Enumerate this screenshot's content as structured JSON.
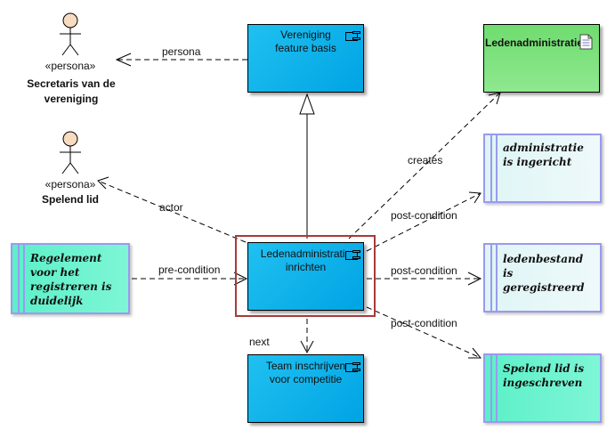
{
  "diagram": {
    "personas": [
      {
        "id": "secretaris",
        "stereotype": "«persona»",
        "name": "Secretaris van de\nvereniging"
      },
      {
        "id": "speler",
        "stereotype": "«persona»",
        "name": "Spelend lid"
      }
    ],
    "components": [
      {
        "id": "basis",
        "title": "Vereniging\nfeature basis"
      },
      {
        "id": "inrichten",
        "title": "Ledenadministratie\ninrichten"
      },
      {
        "id": "team",
        "title": "Team inschrijven\nvoor competitie"
      },
      {
        "id": "ledenadmin",
        "title": "Ledenadministratie"
      }
    ],
    "states": [
      {
        "id": "ingericht",
        "text": "administratie\nis ingericht"
      },
      {
        "id": "geregistreerd",
        "text": "ledenbestand\nis\ngeregistreerd"
      },
      {
        "id": "ingeschreven",
        "text": "Spelend lid is\ningeschreven"
      },
      {
        "id": "regelement",
        "text": "Regelement\nvoor het\nregistreren is\nduidelijk"
      }
    ],
    "edge_labels": {
      "persona": "persona",
      "actor": "actor",
      "creates": "creates",
      "pre_condition": "pre-condition",
      "post_condition_1": "post-condition",
      "post_condition_2": "post-condition",
      "post_condition_3": "post-condition",
      "next": "next"
    },
    "colors": {
      "component_blue": "#00a4e4",
      "component_green": "#7ee07e",
      "state_border": "#9a9af0",
      "state_light": "#e6f7f8",
      "state_aqua": "#66f2cc",
      "selection_border": "#a83a3a",
      "actor_head": "#f8dcc0"
    },
    "icons": [
      "actor-icon",
      "component-icon",
      "document-icon"
    ]
  }
}
